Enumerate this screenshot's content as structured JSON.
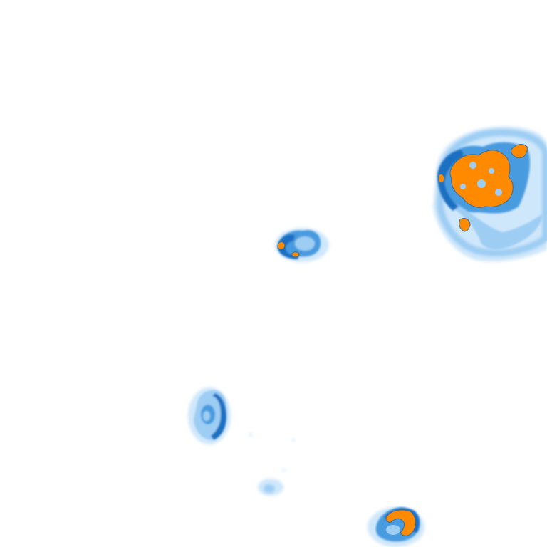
{
  "image": {
    "background_color": "#ffffff",
    "colors": {
      "outer_halo": "#cfe7fb",
      "light_blue": "#9dcdf3",
      "mid_blue": "#4a9be0",
      "deep_blue": "#1f6fc2",
      "core_orange": "#ff8a00",
      "core_outline": "#3a6a9a"
    },
    "blobs": [
      {
        "name": "large-cluster-top-right",
        "has_core": true
      },
      {
        "name": "small-cluster-center",
        "has_core": true
      },
      {
        "name": "cluster-lower-left",
        "has_core": false
      },
      {
        "name": "faint-speck-lower-center",
        "has_core": false
      },
      {
        "name": "cluster-bottom-center",
        "has_core": true
      }
    ]
  }
}
